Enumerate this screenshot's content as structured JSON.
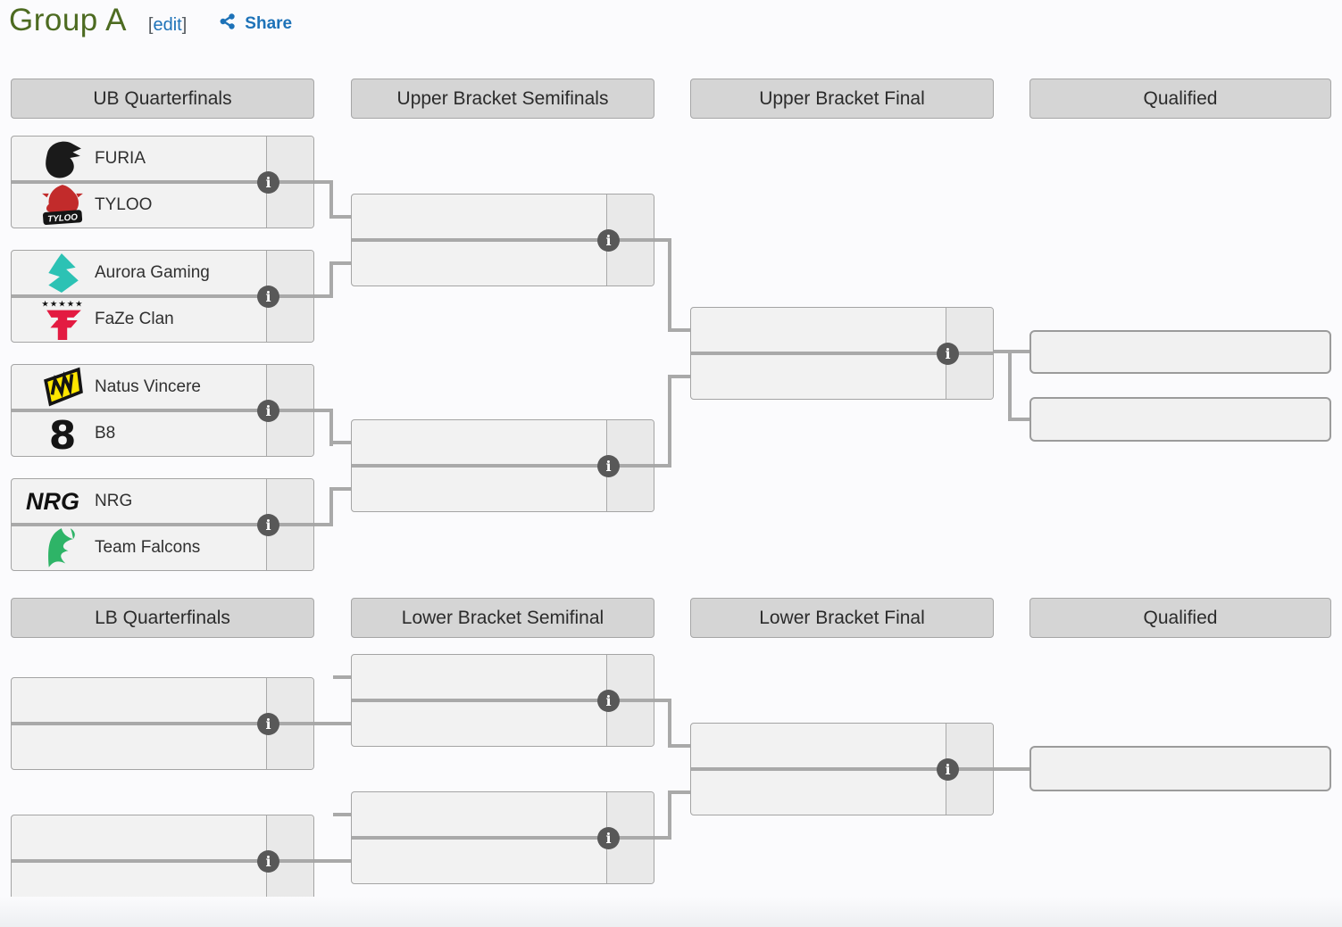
{
  "page": {
    "title": "Group A",
    "edit_open": "[",
    "edit_label": "edit",
    "edit_close": "]",
    "share_label": "Share"
  },
  "colors": {
    "title_green": "#4d6b21",
    "link_blue": "#1d72b8",
    "header_bg": "#d5d5d5",
    "box_bg": "#f2f2f2",
    "score_bg": "#e9e9e9",
    "connector_gray": "#a9a9a9",
    "info_icon_bg": "#585858",
    "page_bg": "#fbfbfd"
  },
  "icons": {
    "share": "share-icon",
    "info": "info-icon"
  },
  "sections": [
    {
      "id": "upper",
      "headers": [
        "UB Quarterfinals",
        "Upper Bracket Semifinals",
        "Upper Bracket Final",
        "Qualified"
      ],
      "matches": [
        {
          "slots": [
            {
              "name": "FURIA",
              "logo": "furia",
              "logo_color": "#1a1a1a"
            },
            {
              "name": "TYLOO",
              "logo": "tyloo",
              "logo_color": "#c22b2b"
            }
          ]
        },
        {
          "slots": [
            {
              "name": "Aurora Gaming",
              "logo": "aurora",
              "logo_color": "#2cc2b4"
            },
            {
              "name": "FaZe Clan",
              "logo": "faze",
              "logo_color": "#e31b41"
            }
          ]
        },
        {
          "slots": [
            {
              "name": "Natus Vincere",
              "logo": "navi",
              "logo_color": "#ffe600"
            },
            {
              "name": "B8",
              "logo": "b8",
              "logo_color": "#141414"
            }
          ]
        },
        {
          "slots": [
            {
              "name": "NRG",
              "logo": "nrg",
              "logo_color": "#111111"
            },
            {
              "name": "Team Falcons",
              "logo": "falcons",
              "logo_color": "#2eb467"
            }
          ]
        },
        {
          "slots": [
            {
              "name": "",
              "logo": ""
            },
            {
              "name": "",
              "logo": ""
            }
          ]
        },
        {
          "slots": [
            {
              "name": "",
              "logo": ""
            },
            {
              "name": "",
              "logo": ""
            }
          ]
        },
        {
          "slots": [
            {
              "name": "",
              "logo": ""
            },
            {
              "name": "",
              "logo": ""
            }
          ]
        }
      ],
      "qualified": [
        {
          "name": ""
        },
        {
          "name": ""
        }
      ]
    },
    {
      "id": "lower",
      "headers": [
        "LB Quarterfinals",
        "Lower Bracket Semifinal",
        "Lower Bracket Final",
        "Qualified"
      ],
      "matches": [
        {
          "slots": [
            {
              "name": "",
              "logo": ""
            },
            {
              "name": "",
              "logo": ""
            }
          ]
        },
        {
          "slots": [
            {
              "name": "",
              "logo": ""
            },
            {
              "name": "",
              "logo": ""
            }
          ]
        },
        {
          "slots": [
            {
              "name": "",
              "logo": ""
            },
            {
              "name": "",
              "logo": ""
            }
          ]
        },
        {
          "slots": [
            {
              "name": "",
              "logo": ""
            },
            {
              "name": "",
              "logo": ""
            }
          ]
        },
        {
          "slots": [
            {
              "name": "",
              "logo": ""
            },
            {
              "name": "",
              "logo": ""
            }
          ]
        }
      ],
      "qualified": [
        {
          "name": ""
        }
      ]
    }
  ]
}
